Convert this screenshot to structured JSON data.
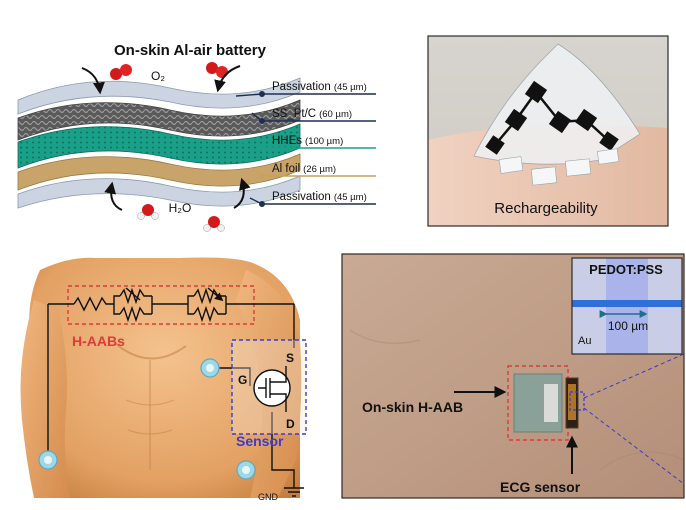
{
  "battery_panel": {
    "title": "On-skin Al-air battery",
    "o2_label": "O₂",
    "h2o_label": "H₂O",
    "layers": [
      {
        "name": "Passivation",
        "thickness": "(45 µm)",
        "color": "#1e2f52"
      },
      {
        "name": "SS_Pt/C",
        "thickness": "(60 µm)",
        "color": "#1e2f52"
      },
      {
        "name": "HHEs",
        "thickness": "(100 µm)",
        "color": "#1aa088"
      },
      {
        "name": "Al foil",
        "thickness": "(26 µm)",
        "color": "#c8a060"
      },
      {
        "name": "Passivation",
        "thickness": "(45 µm)",
        "color": "#1e2f52"
      }
    ]
  },
  "recharge_panel": {
    "caption": "Rechargeability"
  },
  "circuit_panel": {
    "battery_label": "H-AABs",
    "sensor_label": "Sensor",
    "source_label": "S",
    "gate_label": "G",
    "drain_label": "D",
    "ground_label": "GND",
    "battery_box_color": "#e03a3a",
    "sensor_box_color": "#3b3bd0"
  },
  "ecg_panel": {
    "device_label": "On-skin H-AAB",
    "sensor_label": "ECG sensor",
    "inset_title": "PEDOT:PSS",
    "inset_metal": "Au",
    "inset_scale": "100 µm"
  }
}
